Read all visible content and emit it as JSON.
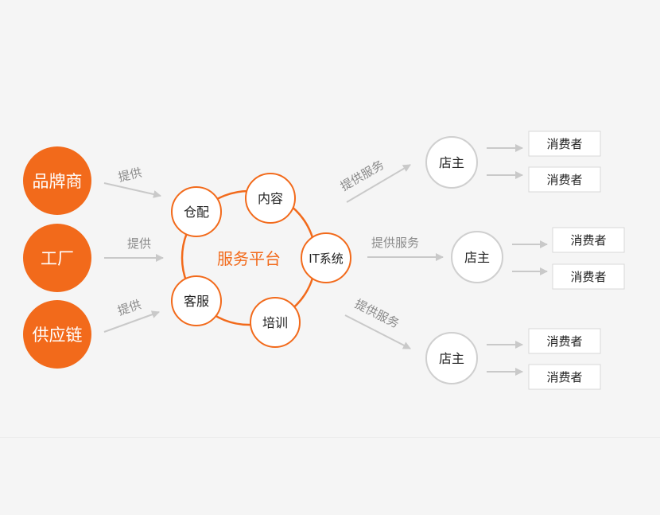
{
  "suppliers": [
    "品牌商",
    "工厂",
    "供应链"
  ],
  "provide_label": "提供",
  "platform": {
    "label": "服务平台",
    "modules": [
      "仓配",
      "内容",
      "IT系统",
      "培训",
      "客服"
    ]
  },
  "service_label": "提供服务",
  "shop_owner_label": "店主",
  "consumer_label": "消费者",
  "colors": {
    "accent": "#f26a1b",
    "arrow": "#c9c9c9",
    "gray_circle": "#cfcfcf",
    "text": "#222222",
    "muted": "#8a8a8a"
  }
}
